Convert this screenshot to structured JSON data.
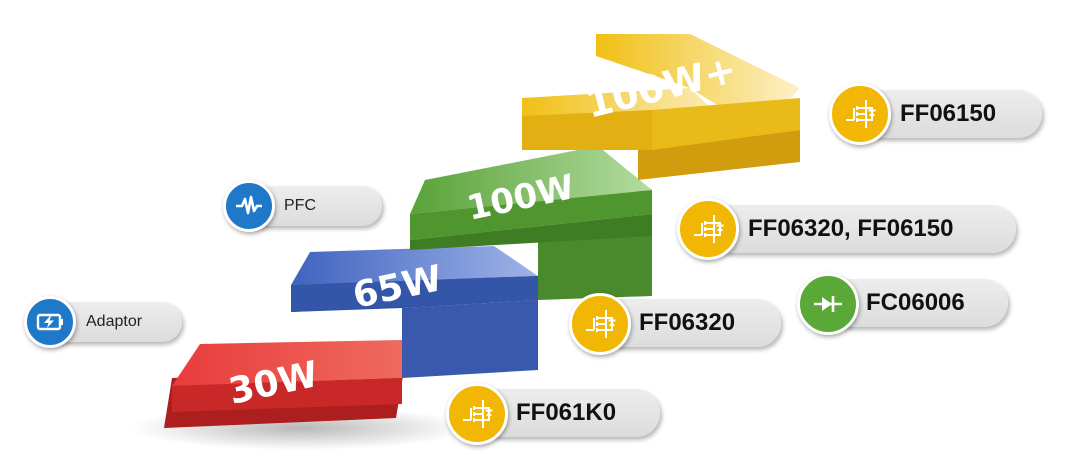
{
  "steps": [
    {
      "label": "30W",
      "color": "#e63a3a"
    },
    {
      "label": "65W",
      "color": "#4670c8"
    },
    {
      "label": "100W",
      "color": "#5fa53c"
    },
    {
      "label": "100W+",
      "color": "#f0c219"
    }
  ],
  "applications": [
    {
      "label": "PFC",
      "icon": "waveform-icon"
    },
    {
      "label": "Adaptor",
      "icon": "battery-charge-icon"
    }
  ],
  "parts": [
    {
      "label": "FF06150",
      "icon": "mosfet-icon"
    },
    {
      "label": "FF06320, FF06150",
      "icon": "mosfet-icon"
    },
    {
      "label": "FC06006",
      "icon": "diode-icon"
    },
    {
      "label": "FF06320",
      "icon": "mosfet-icon"
    },
    {
      "label": "FF061K0",
      "icon": "mosfet-icon"
    }
  ],
  "colors": {
    "mosfet_badge": "#f2b705",
    "diode_badge": "#5aa838",
    "application_badge": "#1f78c8"
  }
}
